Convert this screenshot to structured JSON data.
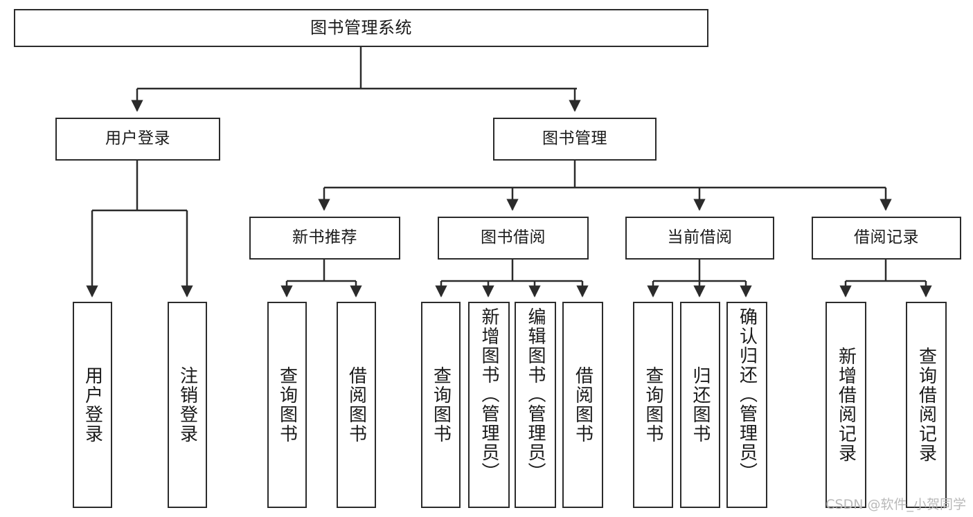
{
  "diagram": {
    "title": "图书管理系统",
    "type": "tree-hierarchy-chart",
    "root": {
      "label": "图书管理系统"
    },
    "level1": [
      {
        "label": "用户登录"
      },
      {
        "label": "图书管理"
      }
    ],
    "level2": [
      {
        "label": "新书推荐",
        "parent": "图书管理"
      },
      {
        "label": "图书借阅",
        "parent": "图书管理"
      },
      {
        "label": "当前借阅",
        "parent": "图书管理"
      },
      {
        "label": "借阅记录",
        "parent": "图书管理"
      }
    ],
    "leaves": {
      "user_login": [
        {
          "label": "用户登录"
        },
        {
          "label": "注销登录"
        }
      ],
      "new_book_recommend": [
        {
          "label": "查询图书"
        },
        {
          "label": "借阅图书"
        }
      ],
      "book_borrow": [
        {
          "label": "查询图书"
        },
        {
          "label": "新增图书（管理员）"
        },
        {
          "label": "编辑图书（管理员）"
        },
        {
          "label": "借阅图书"
        }
      ],
      "current_borrow": [
        {
          "label": "查询图书"
        },
        {
          "label": "归还图书"
        },
        {
          "label": "确认归还（管理员）"
        }
      ],
      "borrow_record": [
        {
          "label": "新增借阅记录"
        },
        {
          "label": "查询借阅记录"
        }
      ]
    }
  },
  "watermark": {
    "text": "CSDN @软件_小贺同学"
  },
  "colors": {
    "stroke": "#2b2b2b",
    "fill": "#ffffff",
    "text": "#1a1a1a",
    "watermark": "#b9b9b9"
  }
}
